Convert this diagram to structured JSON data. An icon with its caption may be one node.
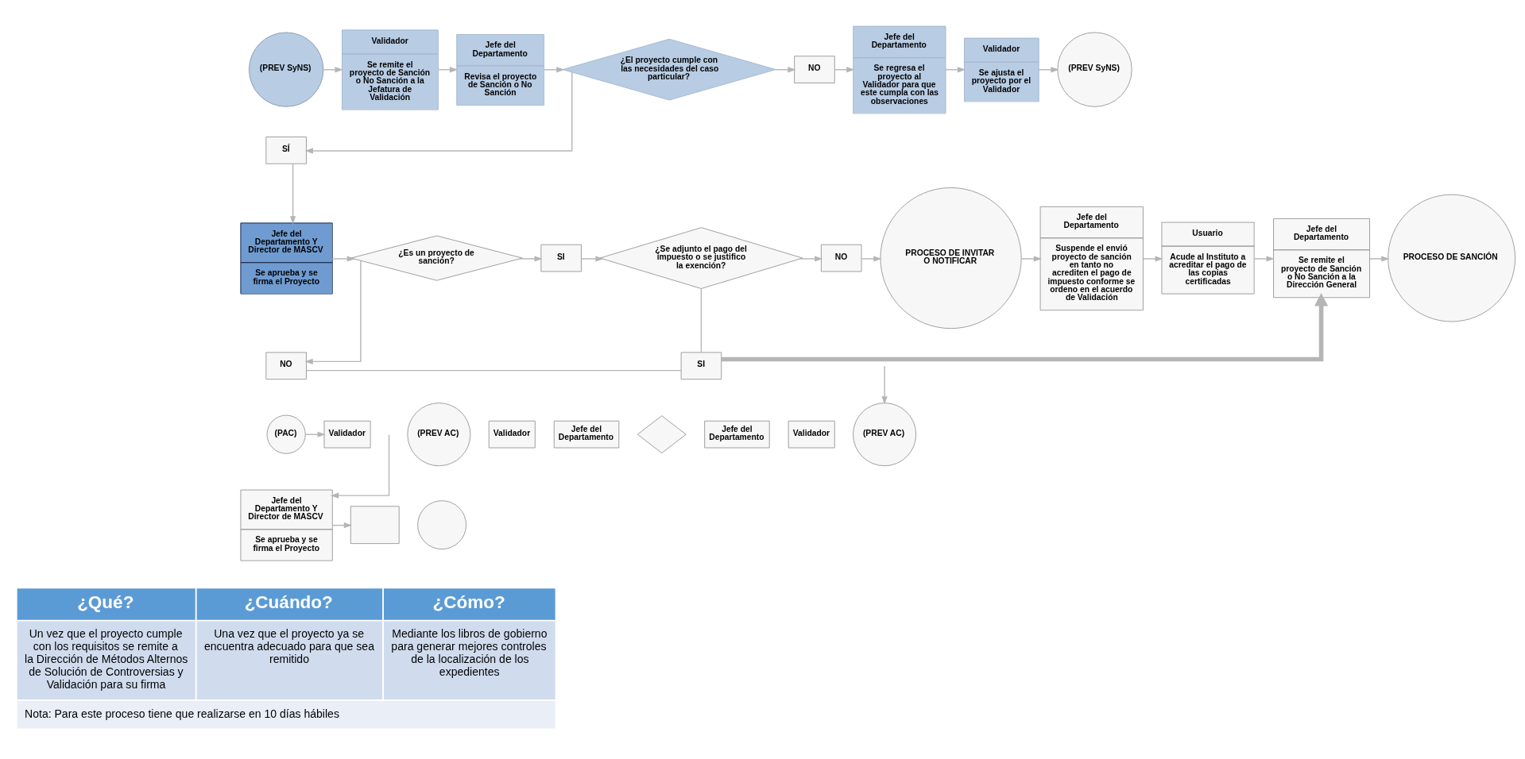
{
  "diagram": {
    "nodes": [
      {
        "text": [
          "(PREV SyNS)"
        ]
      },
      {
        "text": [
          "Validador",
          "Se remite el proyecto de Sanción o No Sanción a la Jefatura de Validación"
        ]
      },
      {
        "text": [
          "Jefe del Departamento",
          "Revisa el proyecto de Sanción o No Sanción"
        ]
      },
      {
        "text": [
          "¿El proyecto cumple con las necesidades del caso particular?"
        ]
      },
      {
        "text": [
          "NO"
        ]
      },
      {
        "text": [
          "Jefe del Departamento",
          "Se regresa el proyecto al Validador para que este cumpla con las observaciones"
        ]
      },
      {
        "text": [
          "Validador",
          "Se ajusta el proyecto por el Validador"
        ]
      },
      {
        "text": [
          "(PREV SyNS)"
        ]
      },
      {
        "text": [
          "SÍ"
        ]
      },
      {
        "text": [
          "Jefe del Departamento Y Director de MASCV",
          "Se aprueba y se firma el Proyecto"
        ]
      },
      {
        "text": [
          "¿Es un proyecto de sanción?"
        ]
      },
      {
        "text": [
          "SI"
        ]
      },
      {
        "text": [
          "¿Se adjunto el pago del impuesto o se justifico la exención?"
        ]
      },
      {
        "text": [
          "NO"
        ]
      },
      {
        "text": [
          "PROCESO DE INVITAR O NOTIFICAR"
        ]
      },
      {
        "text": [
          "Jefe del Departamento",
          "Suspende el envió proyecto de sanción en tanto no acrediten el pago de impuesto conforme se ordeno en el acuerdo de Validación"
        ]
      },
      {
        "text": [
          "Usuario",
          "Acude al Instituto a acreditar el pago de las copias certificadas"
        ]
      },
      {
        "text": [
          "Jefe del Departamento",
          "Se remite el proyecto de Sanción o No Sanción a la Dirección General"
        ]
      },
      {
        "text": [
          "PROCESO DE SANCIÓN"
        ]
      },
      {
        "text": [
          "NO"
        ]
      },
      {
        "text": [
          "SI"
        ]
      },
      {
        "text": [
          "(PAC)"
        ]
      },
      {
        "text": [
          "Validador"
        ]
      },
      {
        "text": [
          "(PREV AC)"
        ]
      },
      {
        "text": [
          "Validador"
        ]
      },
      {
        "text": [
          "Jefe del Departamento"
        ]
      },
      {
        "text": [],
        "shape": "diamond"
      },
      {
        "text": [
          "Jefe del Departamento"
        ]
      },
      {
        "text": [
          "Validador"
        ]
      },
      {
        "text": [
          "(PREV AC)"
        ]
      },
      {
        "text": [
          "Jefe del Departamento Y Director de MASCV",
          "Se aprueba y se firma el Proyecto"
        ]
      },
      {
        "text": [],
        "shape": "box"
      },
      {
        "text": [],
        "shape": "circle"
      }
    ],
    "edges": [
      {
        "from": 0,
        "to": 1,
        "arrow": "to"
      },
      {
        "from": 1,
        "to": 2,
        "arrow": "to"
      },
      {
        "from": 2,
        "to": 3,
        "arrow": "to"
      },
      {
        "from": 3,
        "to": 4,
        "arrow": "to"
      },
      {
        "from": 4,
        "to": 5,
        "arrow": "to"
      },
      {
        "from": 5,
        "to": 6,
        "arrow": "to"
      },
      {
        "from": 6,
        "to": 7,
        "arrow": "to"
      },
      {
        "from": 3,
        "to": 8,
        "arrow": "to"
      },
      {
        "from": 8,
        "to": 9,
        "arrow": "to"
      },
      {
        "from": 9,
        "to": 10,
        "arrow": "to"
      },
      {
        "from": 10,
        "to": 11,
        "arrow": "to"
      },
      {
        "from": 11,
        "to": 12,
        "arrow": "to"
      },
      {
        "from": 12,
        "to": 13,
        "arrow": "to"
      },
      {
        "from": 13,
        "to": 14,
        "arrow": "to"
      },
      {
        "from": 14,
        "to": 15,
        "arrow": "to"
      },
      {
        "from": 15,
        "to": 16,
        "arrow": "to"
      },
      {
        "from": 16,
        "to": 17,
        "arrow": "to"
      },
      {
        "from": 17,
        "to": 18,
        "arrow": "to"
      },
      {
        "from": 10,
        "to": 19,
        "arrow": "to"
      },
      {
        "from": 19,
        "to": 20,
        "arrow": "none"
      },
      {
        "from": 12,
        "to": 20,
        "arrow": "none"
      },
      {
        "from": 20,
        "to": 17,
        "arrow": "to",
        "style": "thick"
      },
      {
        "from": 21,
        "to": 22,
        "arrow": "to"
      },
      {
        "from": null,
        "to": 29,
        "arrow": "to"
      },
      {
        "from": null,
        "to": 30,
        "arrow": "to"
      },
      {
        "from": 30,
        "to": 31,
        "arrow": "to"
      }
    ],
    "labels": [
      "¿Qué?",
      "¿Cuándo?",
      "¿Cómo?",
      "Un vez que el proyecto cumple con los requisitos se remite a la Dirección de Métodos Alternos de Solución de Controversias y Validación para su firma",
      "Una vez que el proyecto ya se encuentra adecuado para que sea remitido",
      "Mediante los libros de gobierno para generar mejores controles de la localización de los expedientes",
      "Nota: Para este proceso tiene que realizarse en 10 días hábiles"
    ]
  }
}
